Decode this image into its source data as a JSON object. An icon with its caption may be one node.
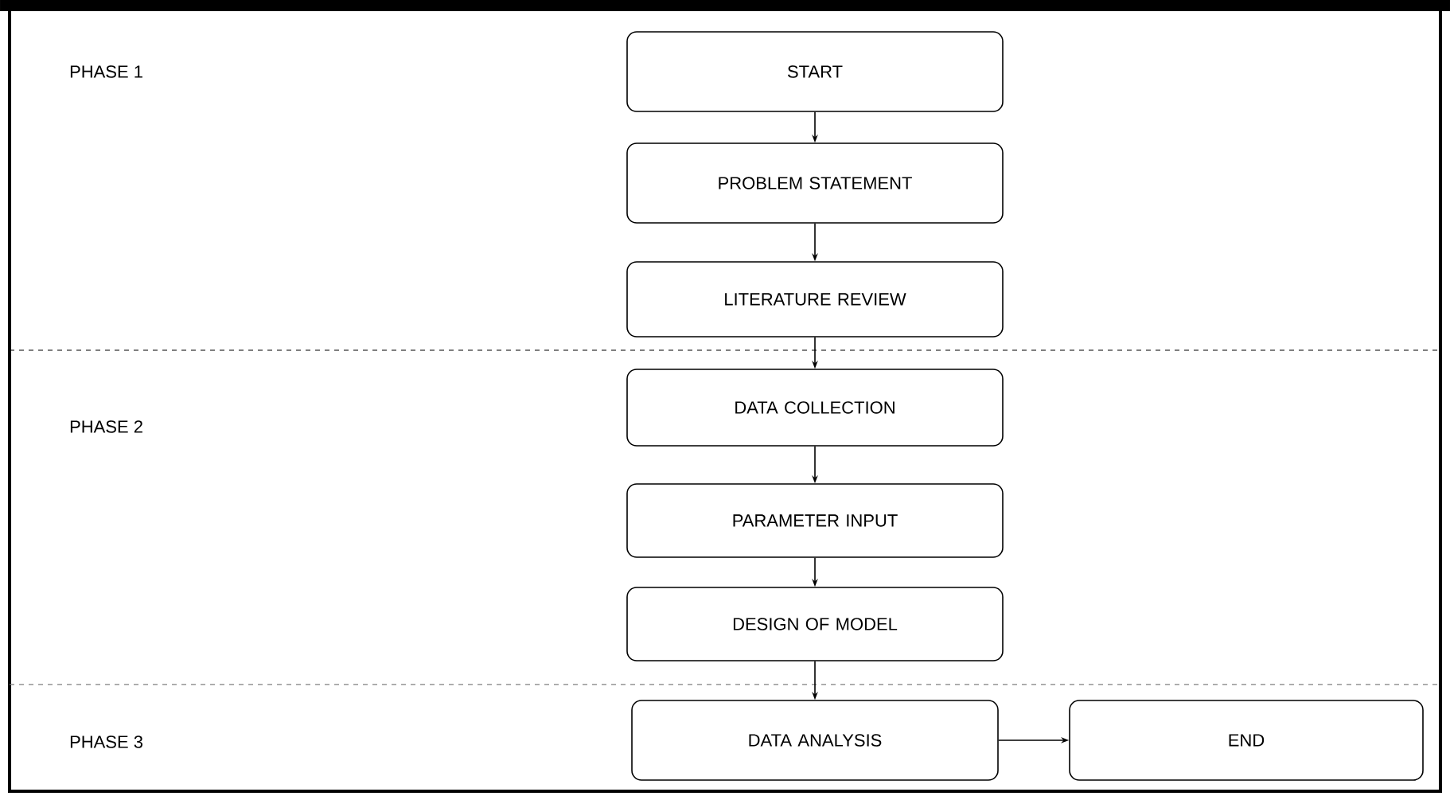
{
  "diagram": {
    "nodes": [
      {
        "text": [
          "START"
        ]
      },
      {
        "text": [
          "PROBLEM STATEMENT"
        ]
      },
      {
        "text": [
          "LITERATURE REVIEW"
        ]
      },
      {
        "text": [
          "DATA COLLECTION"
        ]
      },
      {
        "text": [
          "PARAMETER INPUT"
        ]
      },
      {
        "text": [
          "DESIGN OF MODEL"
        ]
      },
      {
        "text": [
          "DATA ANALYSIS"
        ]
      },
      {
        "text": [
          "END"
        ]
      }
    ],
    "edges": [
      {
        "from": 0,
        "to": 1,
        "arrow": "to"
      },
      {
        "from": 1,
        "to": 2,
        "arrow": "to"
      },
      {
        "from": 2,
        "to": 3,
        "arrow": "to"
      },
      {
        "from": 3,
        "to": 4,
        "arrow": "to"
      },
      {
        "from": 4,
        "to": 5,
        "arrow": "to"
      },
      {
        "from": 5,
        "to": 6,
        "arrow": "to"
      },
      {
        "from": 6,
        "to": 7,
        "arrow": "to"
      }
    ],
    "labels": [
      "PHASE 1",
      "PHASE 2",
      "PHASE 3"
    ]
  }
}
